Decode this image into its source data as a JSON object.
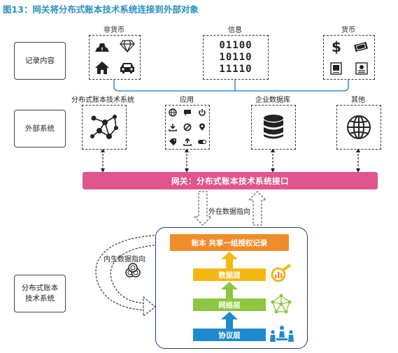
{
  "title": "图13：网关将分布式账本技术系统连接到外部对象",
  "rows": {
    "records": "记录内容",
    "external": "外部系统",
    "dlt_line1": "分布式账本",
    "dlt_line2": "技术系统"
  },
  "records": {
    "non_currency": {
      "label": "非货币",
      "icons": [
        "gold-bars-icon",
        "diamond-icon",
        "house-icon",
        "car-icon"
      ]
    },
    "info": {
      "label": "信息",
      "binary": [
        "01100",
        "10110",
        "11110"
      ]
    },
    "currency": {
      "label": "货币",
      "icons": [
        "dollar-icon",
        "cash-icon",
        "document-icon",
        "certificate-icon"
      ]
    }
  },
  "external": {
    "dlt": {
      "label": "分布式账本技术系统",
      "icon": "network-graph-icon"
    },
    "apps": {
      "label": "应用",
      "icons": [
        "globe-icon",
        "chat-icon",
        "power-icon",
        "download-icon",
        "block-icon",
        "location-pin-icon",
        "tag-icon",
        "upload-icon",
        "toggle-icon"
      ]
    },
    "db": {
      "label": "企业数据库",
      "icon": "database-icon"
    },
    "other": {
      "label": "其他",
      "icon": "globe-icon"
    }
  },
  "gateway": "网关：分布式账本技术系统接口",
  "arrows": {
    "external_flow": "外在数据指向",
    "internal_flow": "内生数据指向"
  },
  "layers": {
    "ledger": "账本  共享一组授权记录",
    "data": "数据层",
    "network": "网络层",
    "protocol": "协议层"
  },
  "colors": {
    "title": "#2a8fc4",
    "gateway": "#e0558c",
    "ledger": "#f08c2c",
    "data": "#f4b816",
    "network": "#8dc63f",
    "protocol": "#1f8ad0",
    "connector": "#3d8fd0"
  }
}
